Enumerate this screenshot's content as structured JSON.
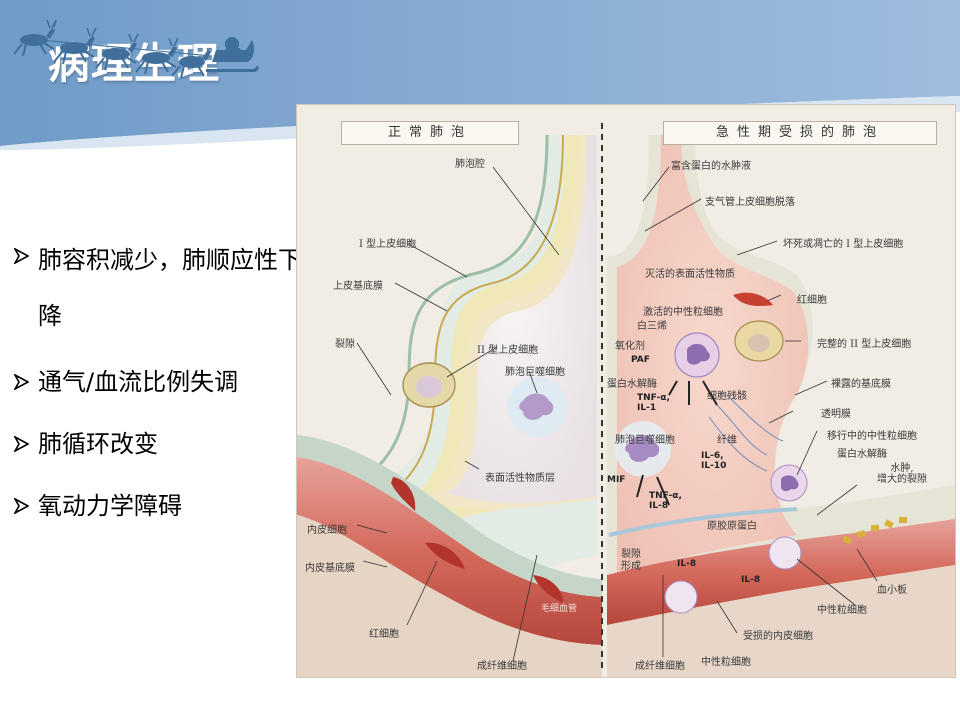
{
  "slide": {
    "title": "病理生理",
    "bullets": [
      "肺容积减少，肺顺应性下降",
      "通气/血流比例失调",
      "肺循环改变",
      "氧动力学障碍"
    ]
  },
  "figure": {
    "left_panel_title": "正常肺泡",
    "right_panel_title": "急性期受损的肺泡",
    "left_labels": {
      "alveolar_cavity": "肺泡腔",
      "type1_cell": "I 型上皮细胞",
      "basement_membrane": "上皮基底膜",
      "gap": "裂隙",
      "type2_cell": "II 型上皮细胞",
      "macrophage": "肺泡巨噬细胞",
      "surfactant_layer": "表面活性物质层",
      "endothelial_cell": "内皮细胞",
      "endothelial_bm": "内皮基底膜",
      "red_cell": "红细胞",
      "capillary": "毛细血管",
      "fibroblast": "成纤维细胞"
    },
    "right_labels": {
      "protein_edema": "富含蛋白的水肿液",
      "bronchial_shedding": "支气管上皮细胞脱落",
      "necrotic_type1": "坏死或凋亡的 I 型上皮细胞",
      "inactive_surfactant": "灭活的表面活性物质",
      "red_cell": "红细胞",
      "activated_neutrophil": "激活的中性粒细胞",
      "leukotriene": "白三烯",
      "oxidant": "氧化剂",
      "paf": "PAF",
      "protease": "蛋白水解酶",
      "intact_type2": "完整的 II 型上皮细胞",
      "tnf_il1": "TNF-α,\nIL-1",
      "cell_debris": "细胞残骸",
      "exposed_bm": "裸露的基底膜",
      "hyaline": "透明膜",
      "macrophage": "肺泡巨噬细胞",
      "fibrin": "纤维",
      "il6_il10": "IL-6,\nIL-10",
      "mif": "MIF",
      "tnf_il8": "TNF-α,\nIL-8",
      "migrating_neutrophil": "移行中的中性粒细胞",
      "protease2": "蛋白水解酶",
      "edema_gap": "水肿,\n增大的裂隙",
      "collagen": "原胶原蛋白",
      "gap_formation": "裂隙\n形成",
      "il8_a": "IL-8",
      "il8_b": "IL-8",
      "platelet": "血小板",
      "neutrophil": "中性粒细胞",
      "damaged_endo": "受损的内皮细胞",
      "fibroblast": "成纤维细胞",
      "neutrophil2": "中性粒细胞"
    }
  },
  "colors": {
    "header_blue": "#7fa6cf",
    "header_blue_light": "#b9cfe6",
    "figure_bg": "#f1ece4"
  },
  "icons": {
    "header_decoration": "reindeer-sleigh-icon",
    "bullet": "arrow-bullet-icon"
  }
}
